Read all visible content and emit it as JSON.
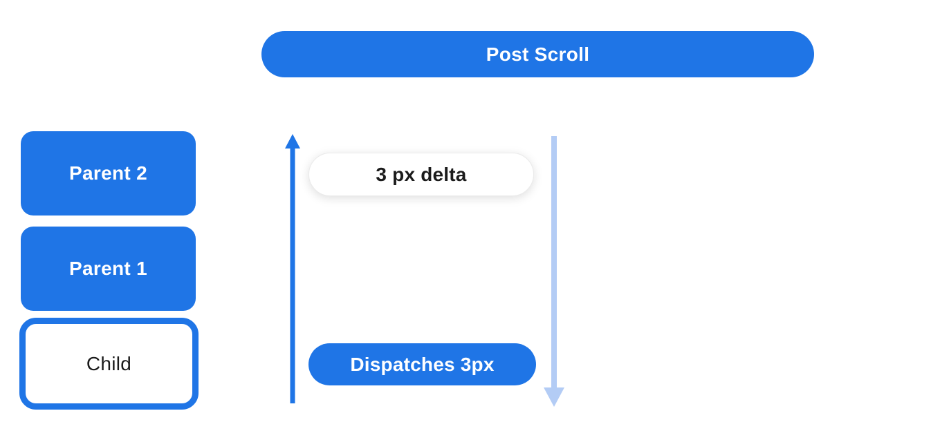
{
  "header": {
    "label": "Post Scroll"
  },
  "boxes": [
    {
      "label": "Parent 2"
    },
    {
      "label": "Parent 1"
    },
    {
      "label": "Child"
    }
  ],
  "diagram": {
    "delta_label": "3 px delta",
    "dispatch_label": "Dispatches 3px",
    "up_arrow_direction": "up",
    "down_arrow_direction": "down"
  },
  "colors": {
    "primary_blue": "#1F75E6",
    "light_blue": "#B3CCF5",
    "text_black": "#1B1B1B",
    "pill_border": "#EAEAEA",
    "white": "#FFFFFF"
  }
}
